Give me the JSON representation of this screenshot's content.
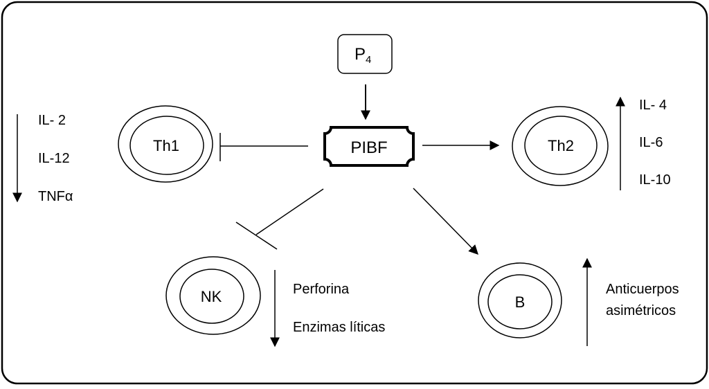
{
  "nodes": {
    "p4": {
      "label": "P",
      "subscript": "4"
    },
    "pibf": {
      "label": "PIBF"
    },
    "th1": {
      "label": "Th1"
    },
    "th2": {
      "label": "Th2"
    },
    "nk": {
      "label": "NK"
    },
    "b": {
      "label": "B"
    }
  },
  "lists": {
    "th1_cytokines": [
      "IL- 2",
      "IL-12",
      "TNFα"
    ],
    "th2_cytokines": [
      "IL- 4",
      "IL-6",
      "IL-10"
    ],
    "nk_products": [
      "Perforina",
      "Enzimas líticas"
    ],
    "b_products": [
      "Anticuerpos",
      "asimétricos"
    ]
  }
}
